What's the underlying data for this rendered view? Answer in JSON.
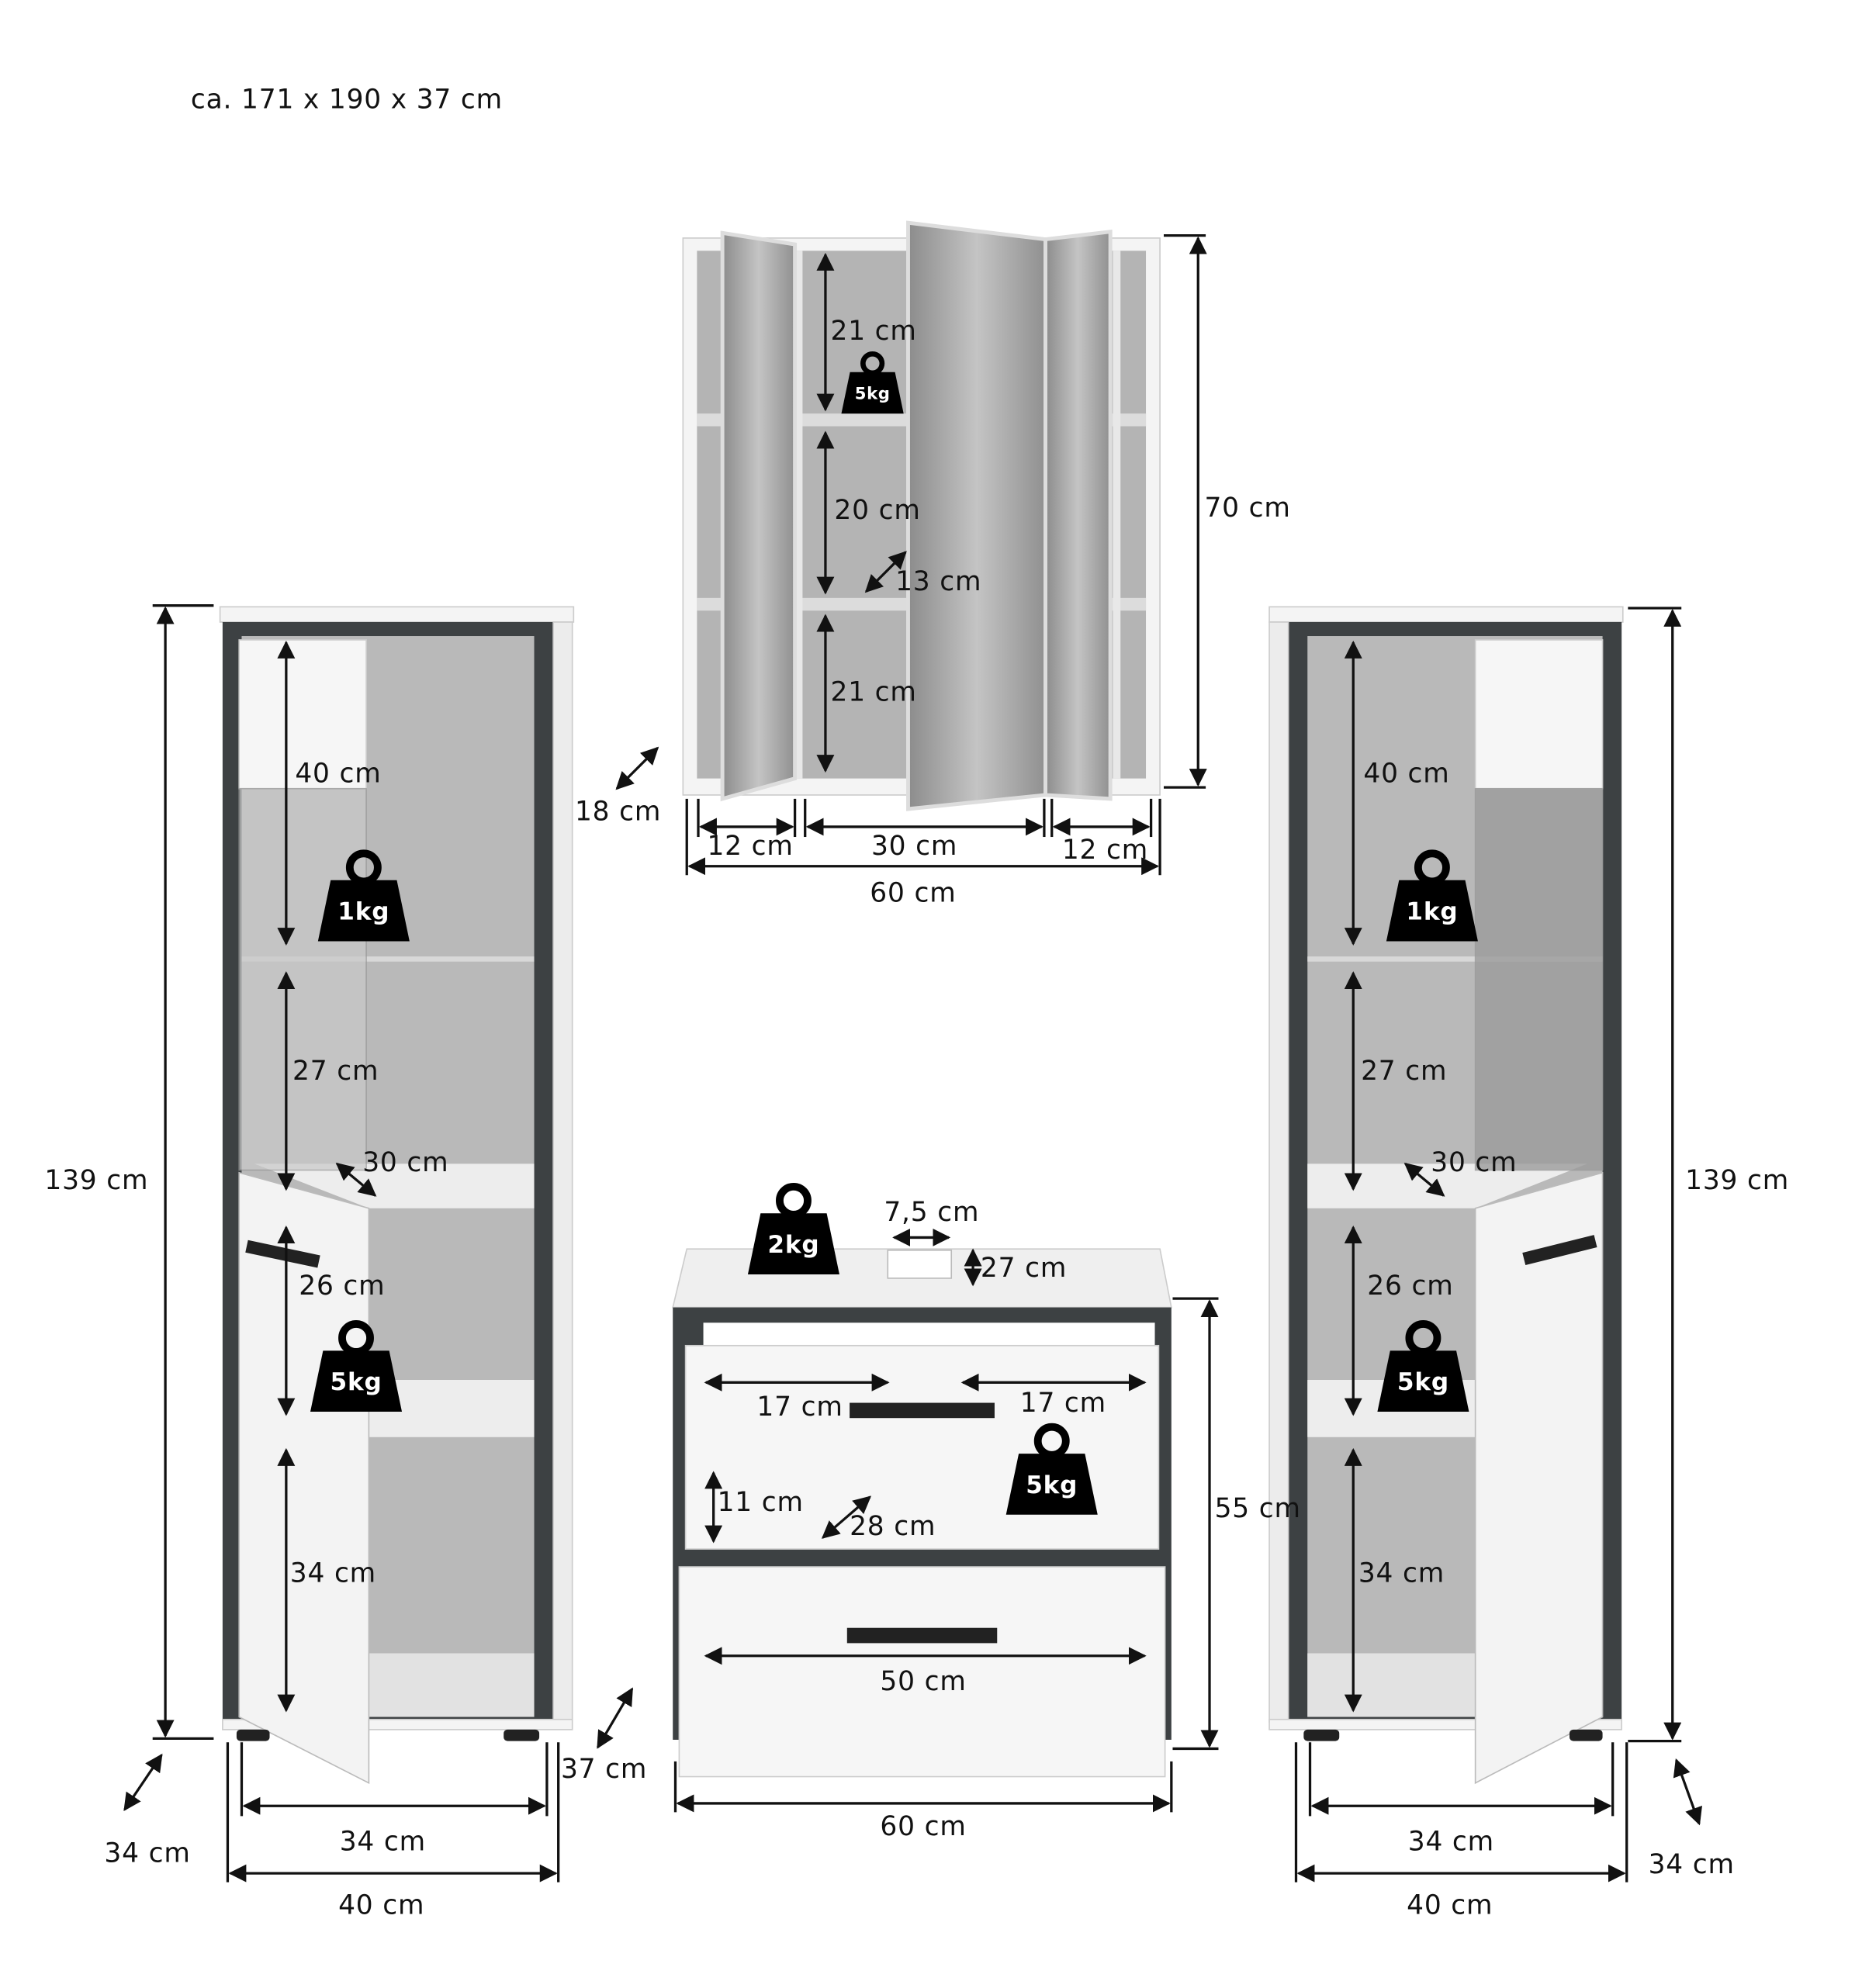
{
  "overall_size": "ca. 171 x 190 x 37 cm",
  "colors": {
    "frame": "#3d4143",
    "white": "#f4f4f4",
    "interior": "#b9b9b9",
    "mirror": "#9e9e9e",
    "icon": "#000000"
  },
  "left_cabinet": {
    "height": "139 cm",
    "depth": "34 cm",
    "inner_width": "34 cm",
    "width": "40 cm",
    "compartments": [
      "40 cm",
      "27 cm",
      "26 cm",
      "34 cm"
    ],
    "shelf_depth": "30 cm",
    "weights": [
      "1kg",
      "5kg"
    ]
  },
  "mirror_cabinet": {
    "height": "70 cm",
    "depth": "18 cm",
    "width": "60 cm",
    "compartment_widths": [
      "12 cm",
      "30 cm",
      "12 cm"
    ],
    "compartments": [
      "21 cm",
      "20 cm",
      "21 cm"
    ],
    "shelf_depth": "13 cm",
    "weights": [
      "5kg"
    ]
  },
  "vanity": {
    "height": "55 cm",
    "depth": "37 cm",
    "width": "60 cm",
    "cutout_width": "7,5 cm",
    "cutout_depth": "27 cm",
    "drawer_top_widths": [
      "17 cm",
      "17 cm"
    ],
    "drawer_top_height": "11 cm",
    "drawer_top_depth": "28 cm",
    "drawer_bottom_width": "50 cm",
    "weights": [
      "2kg",
      "5kg"
    ]
  },
  "right_cabinet": {
    "height": "139 cm",
    "depth": "34 cm",
    "inner_width": "34 cm",
    "width": "40 cm",
    "compartments": [
      "40 cm",
      "27 cm",
      "26 cm",
      "34 cm"
    ],
    "shelf_depth": "30 cm",
    "weights": [
      "1kg",
      "5kg"
    ]
  }
}
